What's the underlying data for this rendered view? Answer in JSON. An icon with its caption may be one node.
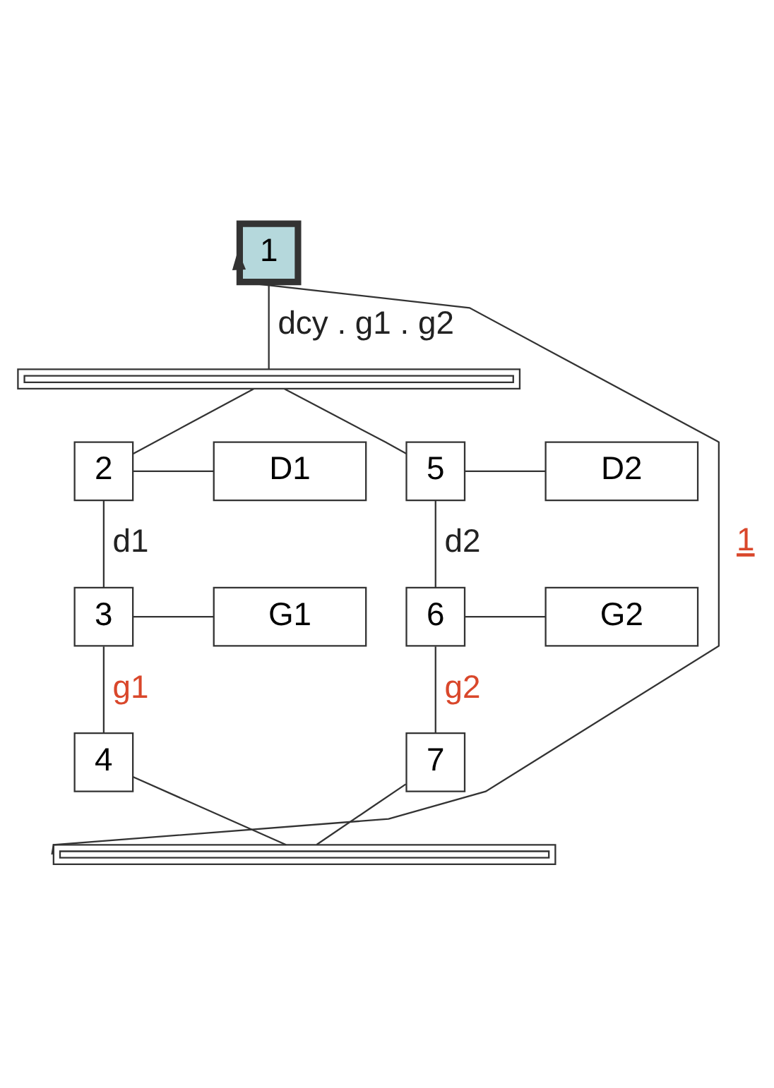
{
  "diagram": {
    "nodes": [
      {
        "text": [
          "1"
        ]
      },
      {
        "text": [],
        "shape": "bar"
      },
      {
        "text": [
          "2"
        ]
      },
      {
        "text": [
          "D1"
        ]
      },
      {
        "text": [
          "5"
        ]
      },
      {
        "text": [
          "D2"
        ]
      },
      {
        "text": [
          "3"
        ]
      },
      {
        "text": [
          "G1"
        ]
      },
      {
        "text": [
          "6"
        ]
      },
      {
        "text": [
          "G2"
        ]
      },
      {
        "text": [
          "4"
        ]
      },
      {
        "text": [
          "7"
        ]
      },
      {
        "text": [],
        "shape": "bar"
      }
    ],
    "edges": [
      {
        "from": 0,
        "to": 1,
        "arrow": "none",
        "label": "dcy . g1 . g2"
      },
      {
        "from": 1,
        "to": 2,
        "arrow": "none"
      },
      {
        "from": 1,
        "to": 4,
        "arrow": "none"
      },
      {
        "from": 2,
        "to": 3,
        "arrow": "none"
      },
      {
        "from": 4,
        "to": 5,
        "arrow": "none"
      },
      {
        "from": 2,
        "to": 6,
        "arrow": "none",
        "label": "d1"
      },
      {
        "from": 4,
        "to": 8,
        "arrow": "none",
        "label": "d2"
      },
      {
        "from": 6,
        "to": 7,
        "arrow": "none"
      },
      {
        "from": 8,
        "to": 9,
        "arrow": "none"
      },
      {
        "from": 6,
        "to": 10,
        "arrow": "none",
        "label": "g1"
      },
      {
        "from": 8,
        "to": 11,
        "arrow": "none",
        "label": "g2"
      },
      {
        "from": 10,
        "to": 12,
        "arrow": "none"
      },
      {
        "from": 11,
        "to": 12,
        "arrow": "none"
      },
      {
        "from": 12,
        "to": 0,
        "arrow": "to",
        "label": "1"
      }
    ]
  }
}
